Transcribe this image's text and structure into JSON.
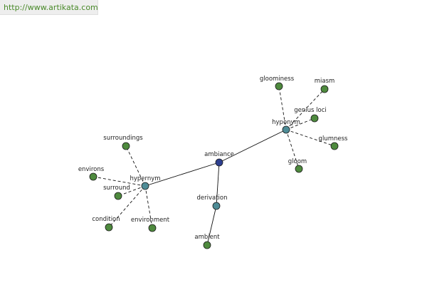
{
  "site": {
    "url_text": "http://www.artikata.com",
    "link_color": "#4a8a2a"
  },
  "colors": {
    "center": "#2d3f8f",
    "relation": "#4e8c96",
    "term": "#4e8a3e",
    "node_stroke": "#1a1a1a",
    "edge": "#111111"
  },
  "graph": {
    "nodes": [
      {
        "id": "ambiance",
        "label": "ambiance",
        "kind": "center"
      },
      {
        "id": "hypernym",
        "label": "hypernym",
        "kind": "relation"
      },
      {
        "id": "hyponym",
        "label": "hyponym",
        "kind": "relation"
      },
      {
        "id": "derivation",
        "label": "derivation",
        "kind": "relation"
      },
      {
        "id": "surroundings",
        "label": "surroundings",
        "kind": "term"
      },
      {
        "id": "environs",
        "label": "environs",
        "kind": "term"
      },
      {
        "id": "surround",
        "label": "surround",
        "kind": "term"
      },
      {
        "id": "condition",
        "label": "condition",
        "kind": "term"
      },
      {
        "id": "environment",
        "label": "environment",
        "kind": "term"
      },
      {
        "id": "gloominess",
        "label": "gloominess",
        "kind": "term"
      },
      {
        "id": "miasm",
        "label": "miasm",
        "kind": "term"
      },
      {
        "id": "genius-loci",
        "label": "genius loci",
        "kind": "term"
      },
      {
        "id": "glumness",
        "label": "glumness",
        "kind": "term"
      },
      {
        "id": "gloom",
        "label": "gloom",
        "kind": "term"
      },
      {
        "id": "ambient",
        "label": "ambient",
        "kind": "term"
      }
    ],
    "edges": [
      {
        "from": "ambiance",
        "to": "hypernym",
        "style": "solid"
      },
      {
        "from": "ambiance",
        "to": "hyponym",
        "style": "solid"
      },
      {
        "from": "ambiance",
        "to": "derivation",
        "style": "solid"
      },
      {
        "from": "hypernym",
        "to": "surroundings",
        "style": "dashed"
      },
      {
        "from": "hypernym",
        "to": "environs",
        "style": "dashed"
      },
      {
        "from": "hypernym",
        "to": "surround",
        "style": "dashed"
      },
      {
        "from": "hypernym",
        "to": "condition",
        "style": "dashed"
      },
      {
        "from": "hypernym",
        "to": "environment",
        "style": "dashed"
      },
      {
        "from": "hyponym",
        "to": "gloominess",
        "style": "dashed"
      },
      {
        "from": "hyponym",
        "to": "miasm",
        "style": "dashed"
      },
      {
        "from": "hyponym",
        "to": "genius-loci",
        "style": "dashed"
      },
      {
        "from": "hyponym",
        "to": "glumness",
        "style": "dashed"
      },
      {
        "from": "hyponym",
        "to": "gloom",
        "style": "dashed"
      },
      {
        "from": "derivation",
        "to": "ambient",
        "style": "solid"
      }
    ]
  }
}
